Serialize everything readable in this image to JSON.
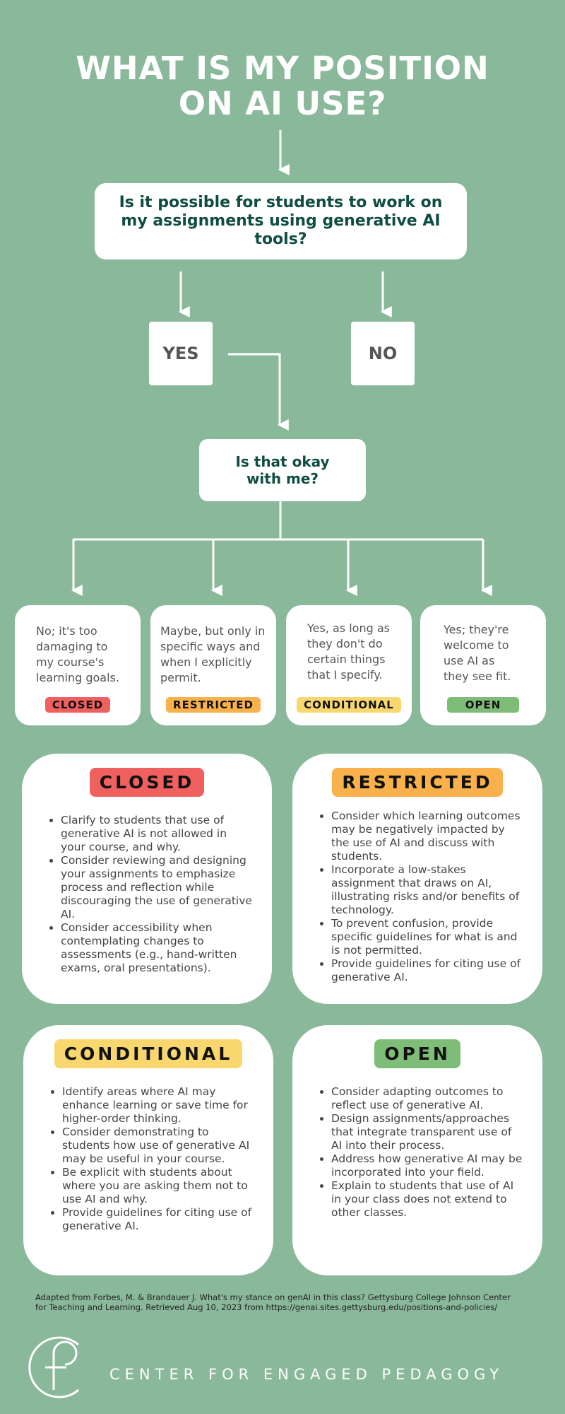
{
  "title": [
    "WHAT IS MY POSITION",
    "ON AI USE?"
  ],
  "question1": "Is it possible for students to work on my assignments using generative AI tools?",
  "yes": "YES",
  "no": "NO",
  "question2": [
    "Is that okay",
    "with me?"
  ],
  "options": [
    {
      "text": "No; it's too damaging to my course's learning goals.",
      "tag": "CLOSED",
      "color": "#f0605f"
    },
    {
      "text": "Maybe, but only in specific ways and when I explicitly permit.",
      "tag": "RESTRICTED",
      "color": "#f9b14b"
    },
    {
      "text": "Yes, as long as they don't do certain things that I specify.",
      "tag": "CONDITIONAL",
      "color": "#f8d86e"
    },
    {
      "text": "Yes; they're welcome to use AI as they see fit.",
      "tag": "OPEN",
      "color": "#7ebd78"
    }
  ],
  "cards": {
    "closed": {
      "title": "CLOSED",
      "items": [
        "Clarify to students that use of generative AI is not allowed in your course, and why.",
        "Consider reviewing and designing your assignments to emphasize process and reflection while discouraging the use of generative AI.",
        "Consider accessibility when contemplating changes to assessments (e.g., hand-written exams, oral presentations)."
      ]
    },
    "restricted": {
      "title": "RESTRICTED",
      "items": [
        "Consider which learning outcomes may be negatively impacted by the use of AI and discuss with students.",
        "Incorporate a low-stakes assignment that draws on AI, illustrating risks and/or benefits of technology.",
        "To prevent confusion, provide specific guidelines for what is and is not permitted.",
        "Provide guidelines for citing use of generative AI."
      ]
    },
    "conditional": {
      "title": "CONDITIONAL",
      "items": [
        "Identify areas where AI may enhance learning or save time for higher-order thinking.",
        "Consider demonstrating to students how use of generative AI may be useful in your course.",
        "Be explicit with students about where you are asking them not to use AI and why.",
        "Provide guidelines for citing use of generative AI."
      ]
    },
    "open": {
      "title": "OPEN",
      "items": [
        "Consider adapting outcomes to reflect use of generative AI.",
        "Design assignments/approaches that integrate transparent use of AI into their process.",
        "Address how generative AI may be incorporated into your field.",
        "Explain to students that use of AI in your class does not extend to other classes."
      ]
    }
  },
  "footnote": [
    "Adapted from Forbes, M. & Brandauer J. What's my stance on genAI in this class? Gettysburg College Johnson Center",
    "for Teaching and Learning. Retrieved Aug 10, 2023 from https://genai.sites.gettysburg.edu/positions-and-policies/"
  ],
  "brand": "CENTER FOR ENGAGED PEDAGOGY",
  "logo_icon": "cep-logo-icon"
}
